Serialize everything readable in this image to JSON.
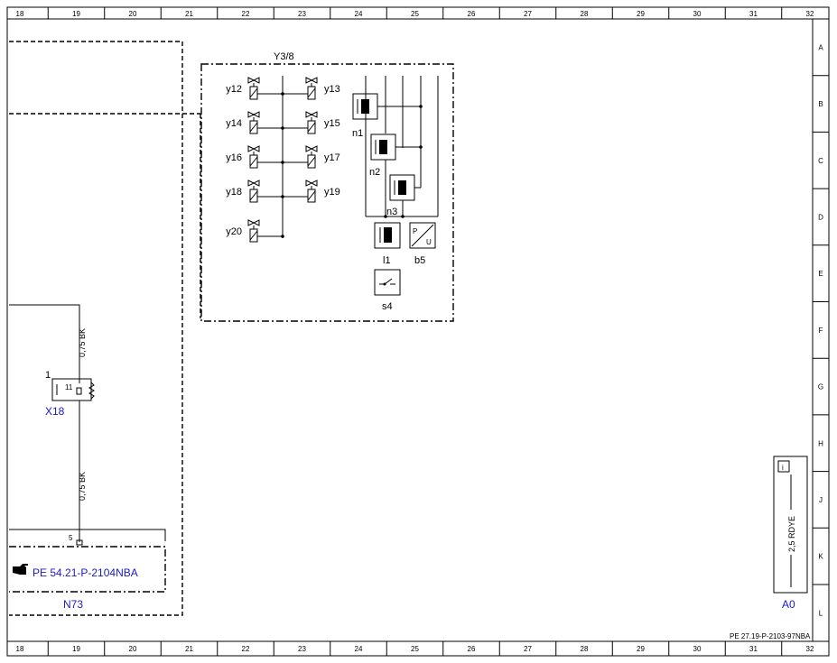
{
  "ruler": {
    "columns": [
      "18",
      "19",
      "20",
      "21",
      "22",
      "23",
      "24",
      "25",
      "26",
      "27",
      "28",
      "29",
      "30",
      "31",
      "32"
    ],
    "rows": [
      "A",
      "B",
      "C",
      "D",
      "E",
      "F",
      "G",
      "H",
      "J",
      "K",
      "L"
    ]
  },
  "module_y38": {
    "label": "Y3/8",
    "valves_left": [
      "y12",
      "y14",
      "y16",
      "y18",
      "y20"
    ],
    "valves_right": [
      "y13",
      "y15",
      "y17",
      "y19"
    ],
    "sensors": [
      "n1",
      "n2",
      "n3"
    ],
    "components": {
      "l1": "l1",
      "b5": "b5",
      "s4": "s4",
      "b5_p": "P",
      "b5_u": "U"
    }
  },
  "wires": {
    "upper": "0,75 BK",
    "lower": "0,75 BK",
    "a0": "2,5 RDYE"
  },
  "connector_x18": {
    "label": "X18",
    "pin_number": "1",
    "pin": "11"
  },
  "connector_n73": {
    "label": "N73",
    "pin": "5",
    "ref_icon": "pointing-hand-icon",
    "ref": "PE 54.21-P-2104NBA"
  },
  "a0": {
    "label": "A0",
    "icon": "info-icon",
    "icon_glyph": "i"
  },
  "doc_ref": "PE 27.19-P-2103-97NBA",
  "colors": {
    "link_blue": "#1a1acc",
    "line": "#000000"
  }
}
